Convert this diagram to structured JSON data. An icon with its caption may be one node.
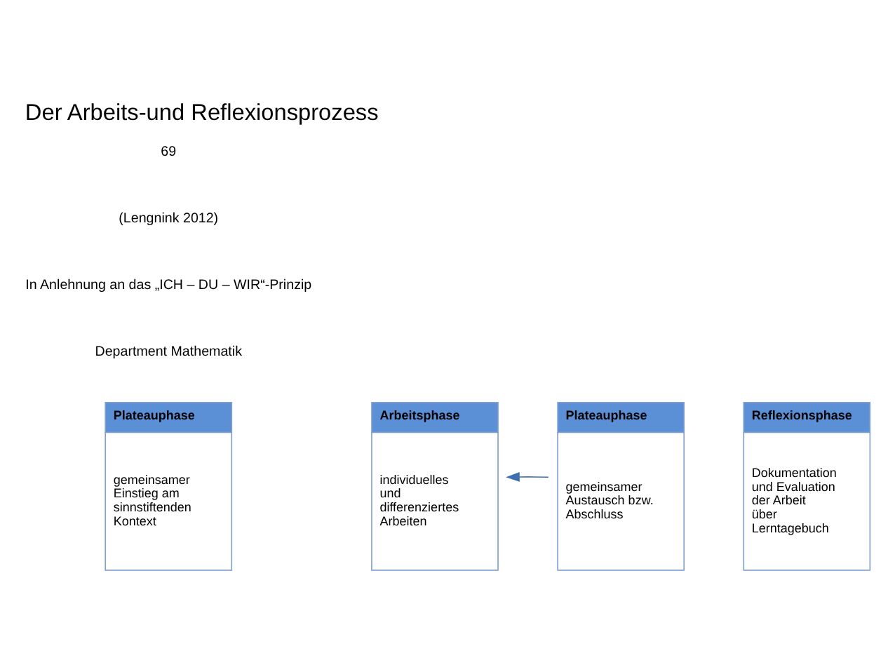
{
  "diagram": {
    "title": "Der Arbeits-und Reflexionsprozess",
    "nodes": [
      {
        "text": [
          "Plateauphase",
          "gemeinsamer Einstieg am sinnstiftenden Kontext"
        ]
      },
      {
        "text": [
          "Arbeitsphase",
          "individuelles und differenziertes Arbeiten"
        ]
      },
      {
        "text": [
          "Plateauphase",
          "gemeinsamer Austausch bzw. Abschluss"
        ]
      },
      {
        "text": [
          "Reflexionsphase",
          "Dokumentation und Evaluation der Arbeit über Lerntagebuch"
        ]
      }
    ],
    "edges": [
      {
        "from": 2,
        "to": 1,
        "arrow": "to",
        "color": "#3f6fb0"
      }
    ],
    "labels": [
      "Department Mathematik",
      "In Anlehnung an das „ICH – DU – WIR“-Prinzip",
      "(Lengnink 2012)",
      "69"
    ]
  }
}
